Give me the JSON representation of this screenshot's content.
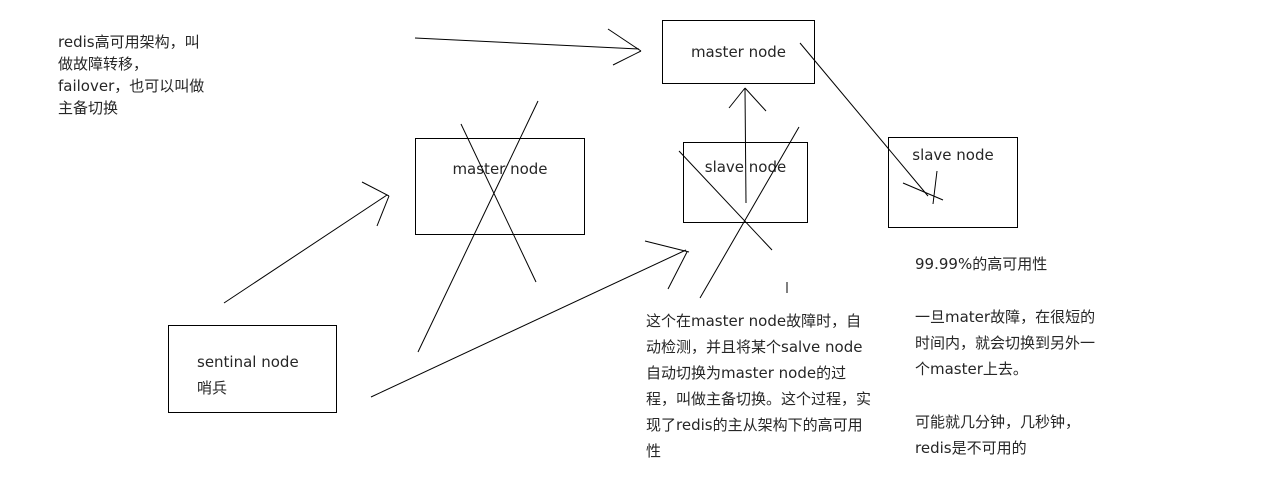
{
  "colors": {
    "background": "#ffffff",
    "line": "#000000",
    "text": "#262626"
  },
  "nodes": {
    "master_top": {
      "label": "master node"
    },
    "master_left": {
      "label": "master node",
      "status": "crossed-out"
    },
    "slave_middle": {
      "label": "slave node",
      "status": "crossed-out"
    },
    "slave_right": {
      "label": "slave node"
    },
    "sentinel": {
      "label": "sentinal node",
      "sublabel": "哨兵"
    }
  },
  "notes": {
    "top_left": {
      "line1": "redis高可用架构，叫",
      "line2": "做故障转移，",
      "line3": "failover，也可以叫做",
      "line4": "主备切换"
    },
    "bottom_center": {
      "line1": "这个在master node故障时，自",
      "line2": "动检测，并且将某个salve node",
      "line3": "自动切换为master node的过",
      "line4": "程，叫做主备切换。这个过程，实",
      "line5": "现了redis的主从架构下的高可用",
      "line6": "性"
    },
    "right": {
      "availability": "99.99%的高可用性",
      "failover_line1": "一旦mater故障，在很短的",
      "failover_line2": "时间内，就会切换到另外一",
      "failover_line3": "个master上去。",
      "downtime_line1": "可能就几分钟，几秒钟，",
      "downtime_line2": "redis是不可用的"
    }
  }
}
